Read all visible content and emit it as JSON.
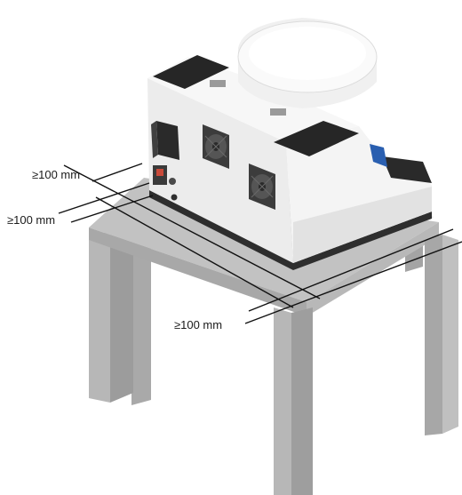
{
  "dimensions": [
    {
      "label": "≥100 mm"
    },
    {
      "label": "≥100 mm"
    },
    {
      "label": "≥100 mm"
    }
  ],
  "colors": {
    "table_top": "#bfbfbf",
    "table_leg": "#b0b0b0",
    "device_body": "#f1f1f1",
    "device_shadow": "#d6d6d6",
    "device_dark": "#2b2b2b",
    "accent_blue": "#2a5fb0",
    "dimension_line": "#111111"
  }
}
